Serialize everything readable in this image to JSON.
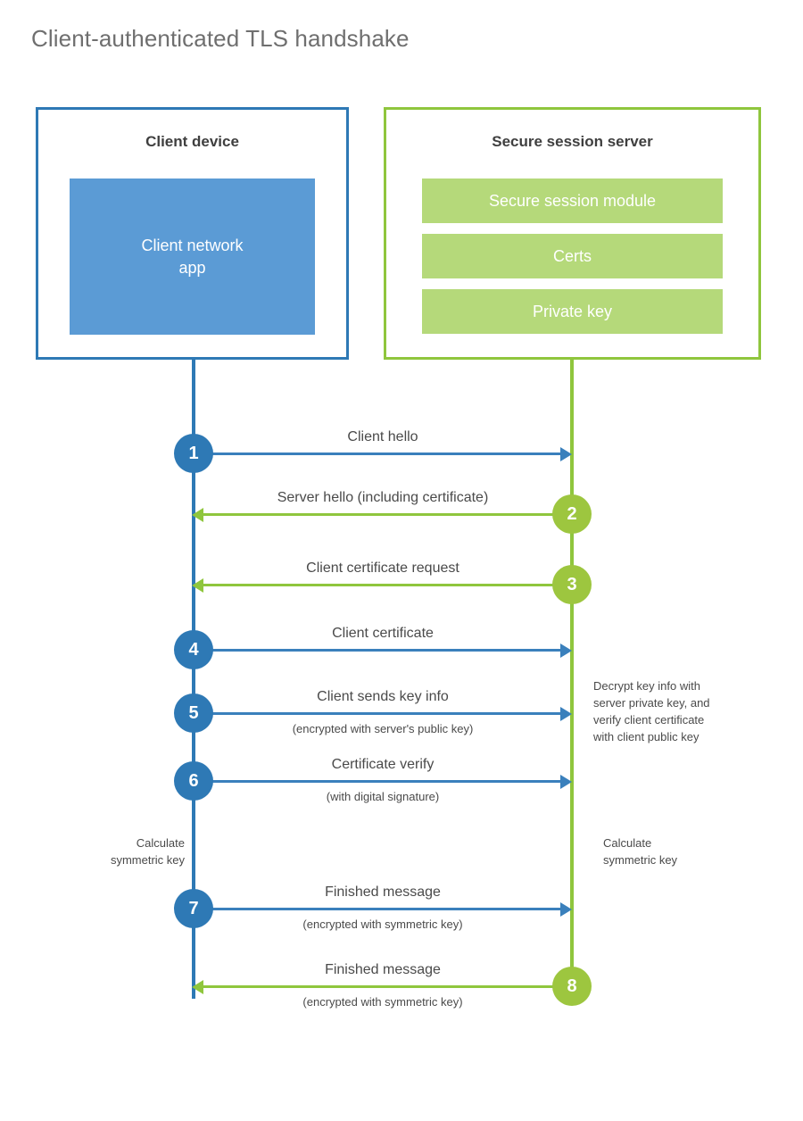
{
  "title": "Client-authenticated TLS handshake",
  "colors": {
    "client_accent": "#2e79b5",
    "client_arrow": "#3a80bc",
    "client_app_fill": "#5b9bd5",
    "server_accent": "#8fc63d",
    "server_circle": "#9dc63f",
    "server_bar_fill": "#b5d97a",
    "text": "#4a4a4a",
    "title_text": "#6f6f6f",
    "background": "#ffffff"
  },
  "actors": {
    "client": {
      "title": "Client device",
      "app_label": "Client network\napp"
    },
    "server": {
      "title": "Secure session server",
      "components": [
        "Secure session module",
        "Certs",
        "Private key"
      ]
    }
  },
  "steps": [
    {
      "number": "1",
      "label": "Client hello",
      "sublabel": "",
      "direction": "client-to-server",
      "origin": "client"
    },
    {
      "number": "2",
      "label": "Server hello (including certificate)",
      "sublabel": "",
      "direction": "server-to-client",
      "origin": "server"
    },
    {
      "number": "3",
      "label": "Client certificate request",
      "sublabel": "",
      "direction": "server-to-client",
      "origin": "server"
    },
    {
      "number": "4",
      "label": "Client certificate",
      "sublabel": "",
      "direction": "client-to-server",
      "origin": "client"
    },
    {
      "number": "5",
      "label": "Client sends key info",
      "sublabel": "(encrypted with server's public key)",
      "direction": "client-to-server",
      "origin": "client"
    },
    {
      "number": "6",
      "label": "Certificate verify",
      "sublabel": "(with digital signature)",
      "direction": "client-to-server",
      "origin": "client"
    },
    {
      "number": "7",
      "label": "Finished message",
      "sublabel": "(encrypted with symmetric key)",
      "direction": "client-to-server",
      "origin": "client"
    },
    {
      "number": "8",
      "label": "Finished message",
      "sublabel": "(encrypted with symmetric key)",
      "direction": "server-to-client",
      "origin": "server"
    }
  ],
  "annotations": {
    "server_decrypt": "Decrypt key info with\nserver private key, and\nverify client certificate\nwith client public key",
    "client_calculate": "Calculate\nsymmetric key",
    "server_calculate": "Calculate\nsymmetric key"
  }
}
